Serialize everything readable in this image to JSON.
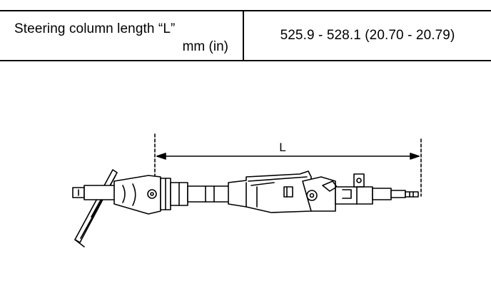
{
  "spec": {
    "label": "Steering column length “L”",
    "unit": "mm (in)",
    "value": "525.9 - 528.1 (20.70 - 20.79)"
  },
  "diagram": {
    "dimension_label": "L"
  }
}
